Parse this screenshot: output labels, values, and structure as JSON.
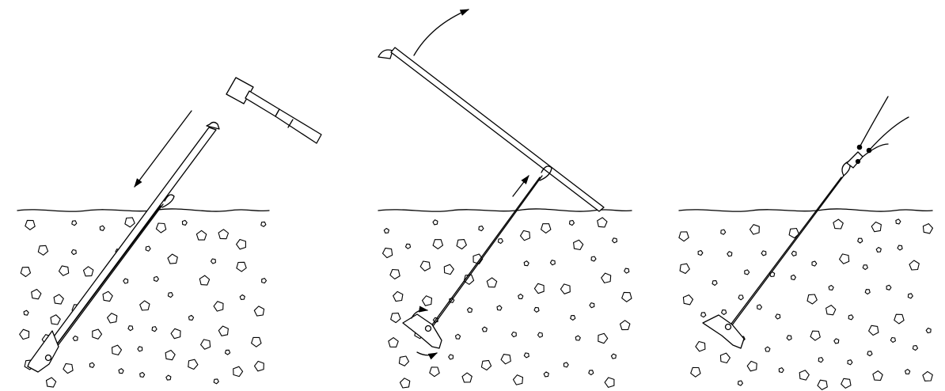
{
  "figure": {
    "panels": [
      {
        "id": "panel-1",
        "step": "drive-anchor-with-hammer"
      },
      {
        "id": "panel-2",
        "step": "remove-drive-rod-and-set-anchor"
      },
      {
        "id": "panel-3",
        "step": "anchor-set-with-cable-attached"
      }
    ],
    "icons": [
      "hammer-icon",
      "drive-rod-icon",
      "anchor-icon",
      "cable-icon",
      "arrow-icon",
      "curved-arrow-icon"
    ],
    "colors": {
      "ink": "#000000",
      "background": "#ffffff"
    }
  }
}
